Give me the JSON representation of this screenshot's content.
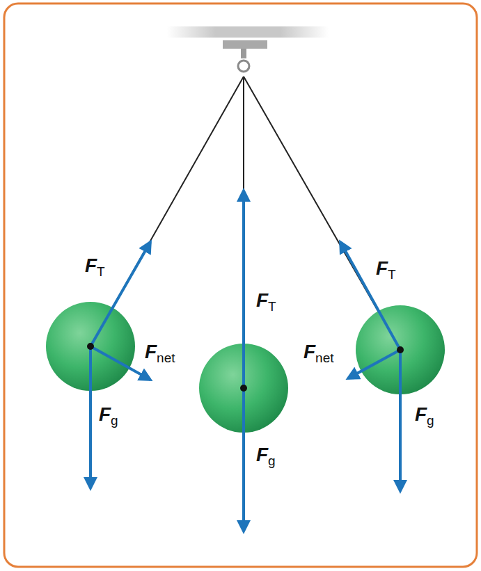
{
  "diagram": {
    "labels": [
      "FT",
      "Fnet",
      "Fg",
      "FT",
      "Fg",
      "FT",
      "Fnet",
      "Fg"
    ]
  }
}
